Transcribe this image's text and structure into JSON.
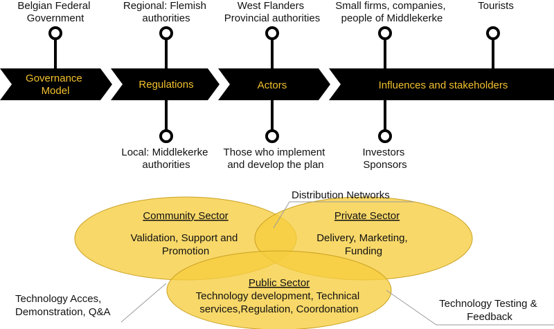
{
  "colors": {
    "bar": "#000000",
    "bar_text": "#f2c12e",
    "ellipse_fill": "#f6cd3f",
    "ellipse_stroke": "#c9a020",
    "callout_line": "#9a9a9a"
  },
  "timeline": {
    "segments": [
      {
        "lines": [
          "Governance",
          "Model"
        ]
      },
      {
        "lines": [
          "Regulations"
        ]
      },
      {
        "lines": [
          "Actors"
        ]
      },
      {
        "lines": [
          "Influences and stakeholders"
        ]
      }
    ],
    "top_labels": [
      {
        "lines": [
          "Belgian Federal",
          "Government"
        ]
      },
      {
        "lines": [
          "Regional: Flemish",
          "authorities"
        ]
      },
      {
        "lines": [
          "West Flanders",
          "Provincial authorities"
        ]
      },
      {
        "lines": [
          "Small firms, companies,",
          "people of Middlekerke"
        ]
      },
      {
        "lines": [
          "Tourists"
        ]
      }
    ],
    "bottom_labels": [
      {
        "lines": [
          "Local: Middlekerke",
          "authorities"
        ]
      },
      {
        "lines": [
          "Those who implement",
          "and develop the plan"
        ]
      },
      {
        "lines": [
          "Investors",
          "Sponsors"
        ]
      }
    ]
  },
  "sectors": [
    {
      "title": "Community Sector",
      "lines": [
        "Validation, Support and",
        "Promotion"
      ]
    },
    {
      "title": "Private Sector",
      "lines": [
        "Delivery, Marketing,",
        "Funding"
      ]
    },
    {
      "title": "Public Sector",
      "lines": [
        "Technology development, Technical",
        "services,Regulation, Coordonation"
      ]
    }
  ],
  "callouts": [
    {
      "lines": [
        "Distribution Networks"
      ]
    },
    {
      "lines": [
        "Technology Acces,",
        "Demonstration, Q&A"
      ]
    },
    {
      "lines": [
        "Technology Testing &",
        "Feedback"
      ]
    }
  ]
}
